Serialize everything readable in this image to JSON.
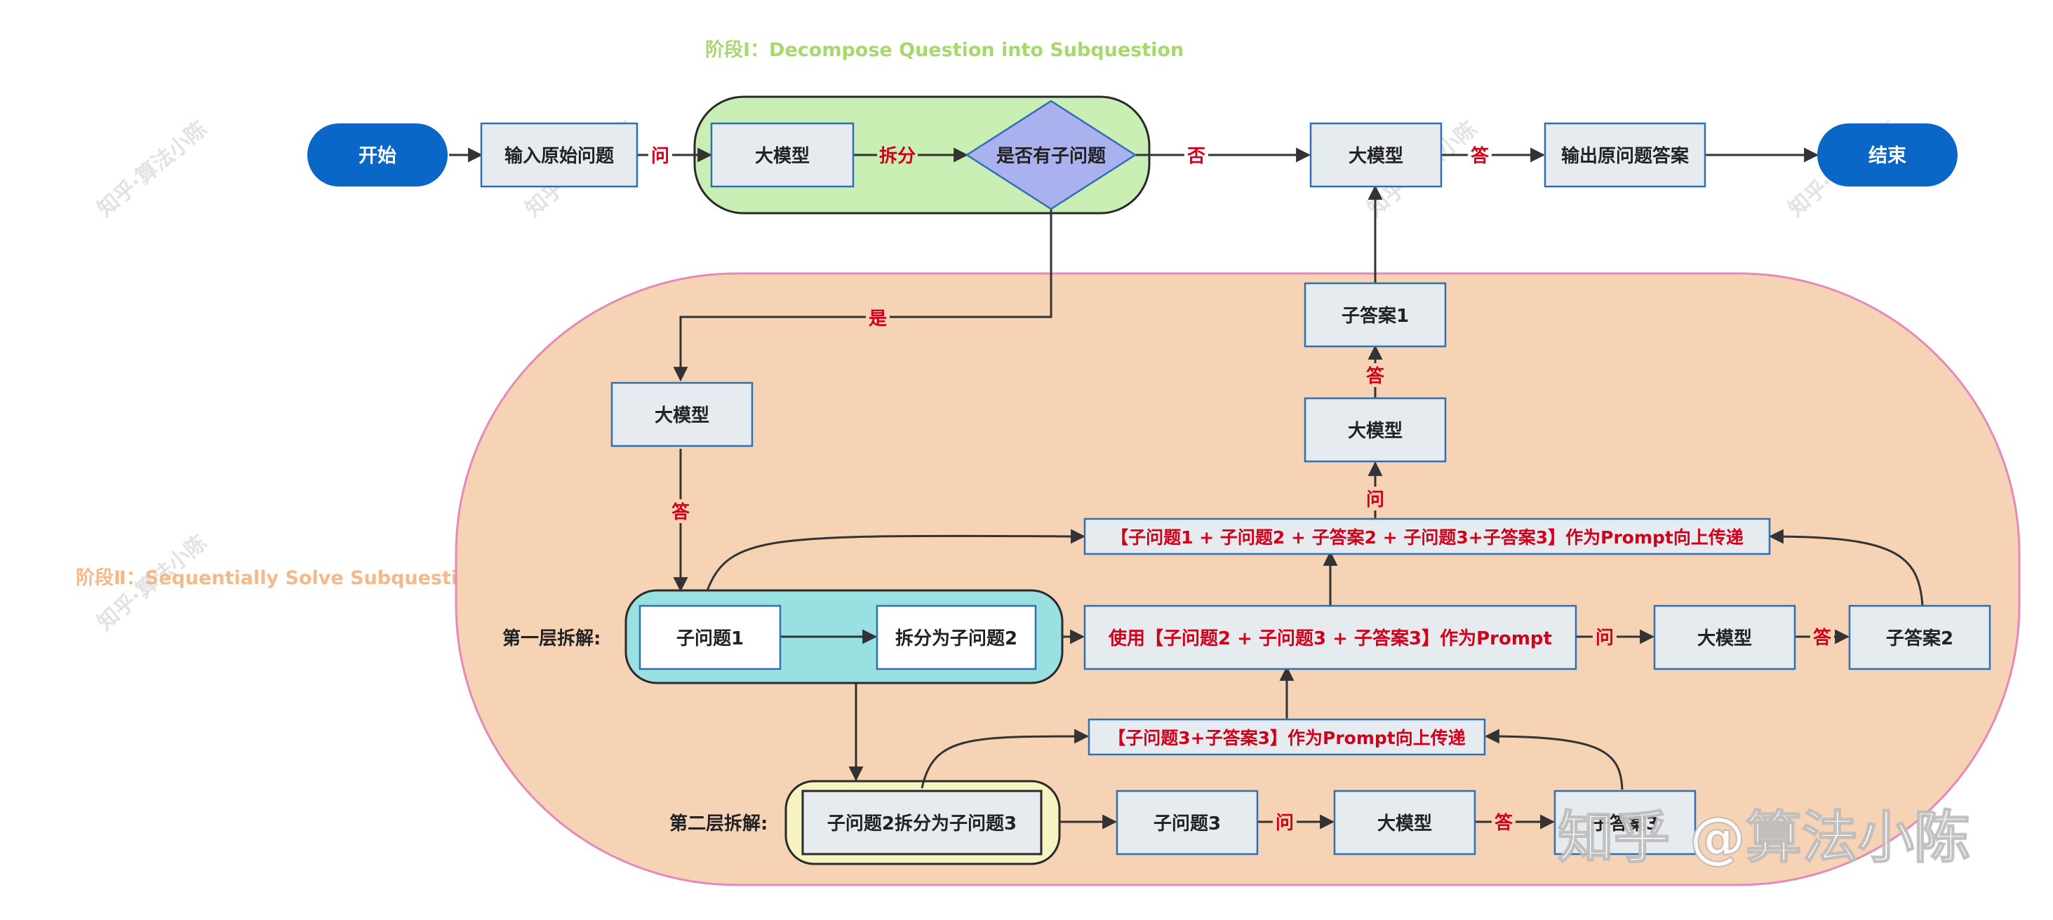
{
  "stages": {
    "stage1_title": "阶段Ⅰ：Decompose Question into Subquestion",
    "stage2_title": "阶段Ⅱ：Sequentially Solve Subquestion",
    "stage1_color": "#a6d86e",
    "stage2_color": "#f2b98a"
  },
  "nodes": {
    "start": "开始",
    "input_question": "输入原始问题",
    "llm_decompose": "大模型",
    "has_subq": "是否有子问题",
    "llm_final": "大模型",
    "output_answer": "输出原问题答案",
    "end": "结束",
    "sub_answer1": "子答案1",
    "llm_sub1": "大模型",
    "prompt_up1": "【子问题1 + 子问题2 + 子答案2 + 子问题3+子答案3】作为Prompt向上传递",
    "llm_stage2": "大模型",
    "layer1_label": "第一层拆解:",
    "subq1": "子问题1",
    "split_subq2": "拆分为子问题2",
    "use_prompt2": "使用【子问题2 + 子问题3 + 子答案3】作为Prompt",
    "llm_sub2": "大模型",
    "sub_answer2": "子答案2",
    "prompt_up3": "【子问题3+子答案3】作为Prompt向上传递",
    "layer2_label": "第二层拆解:",
    "subq2_split3": "子问题2拆分为子问题3",
    "subq3": "子问题3",
    "llm_sub3": "大模型",
    "sub_answer3": "子答案3"
  },
  "edges": {
    "ask": "问",
    "split": "拆分",
    "no": "否",
    "yes": "是",
    "answer": "答"
  },
  "watermark": {
    "main": "知乎 @算法小陈",
    "small": "知乎·算法小陈"
  },
  "colors": {
    "terminal": "#0a67c8",
    "box_fill": "#e6ebf0",
    "box_stroke": "#2f6fb4",
    "diamond_fill": "#a9b1ef",
    "stage1_fill": "#c9efb4",
    "stage2_fill": "#f6d3b5",
    "stage2_stroke": "#e58ab8",
    "layer1_fill": "#98e0e2",
    "layer2_fill": "#f7f4c3",
    "edge_label": "#d0021b"
  }
}
